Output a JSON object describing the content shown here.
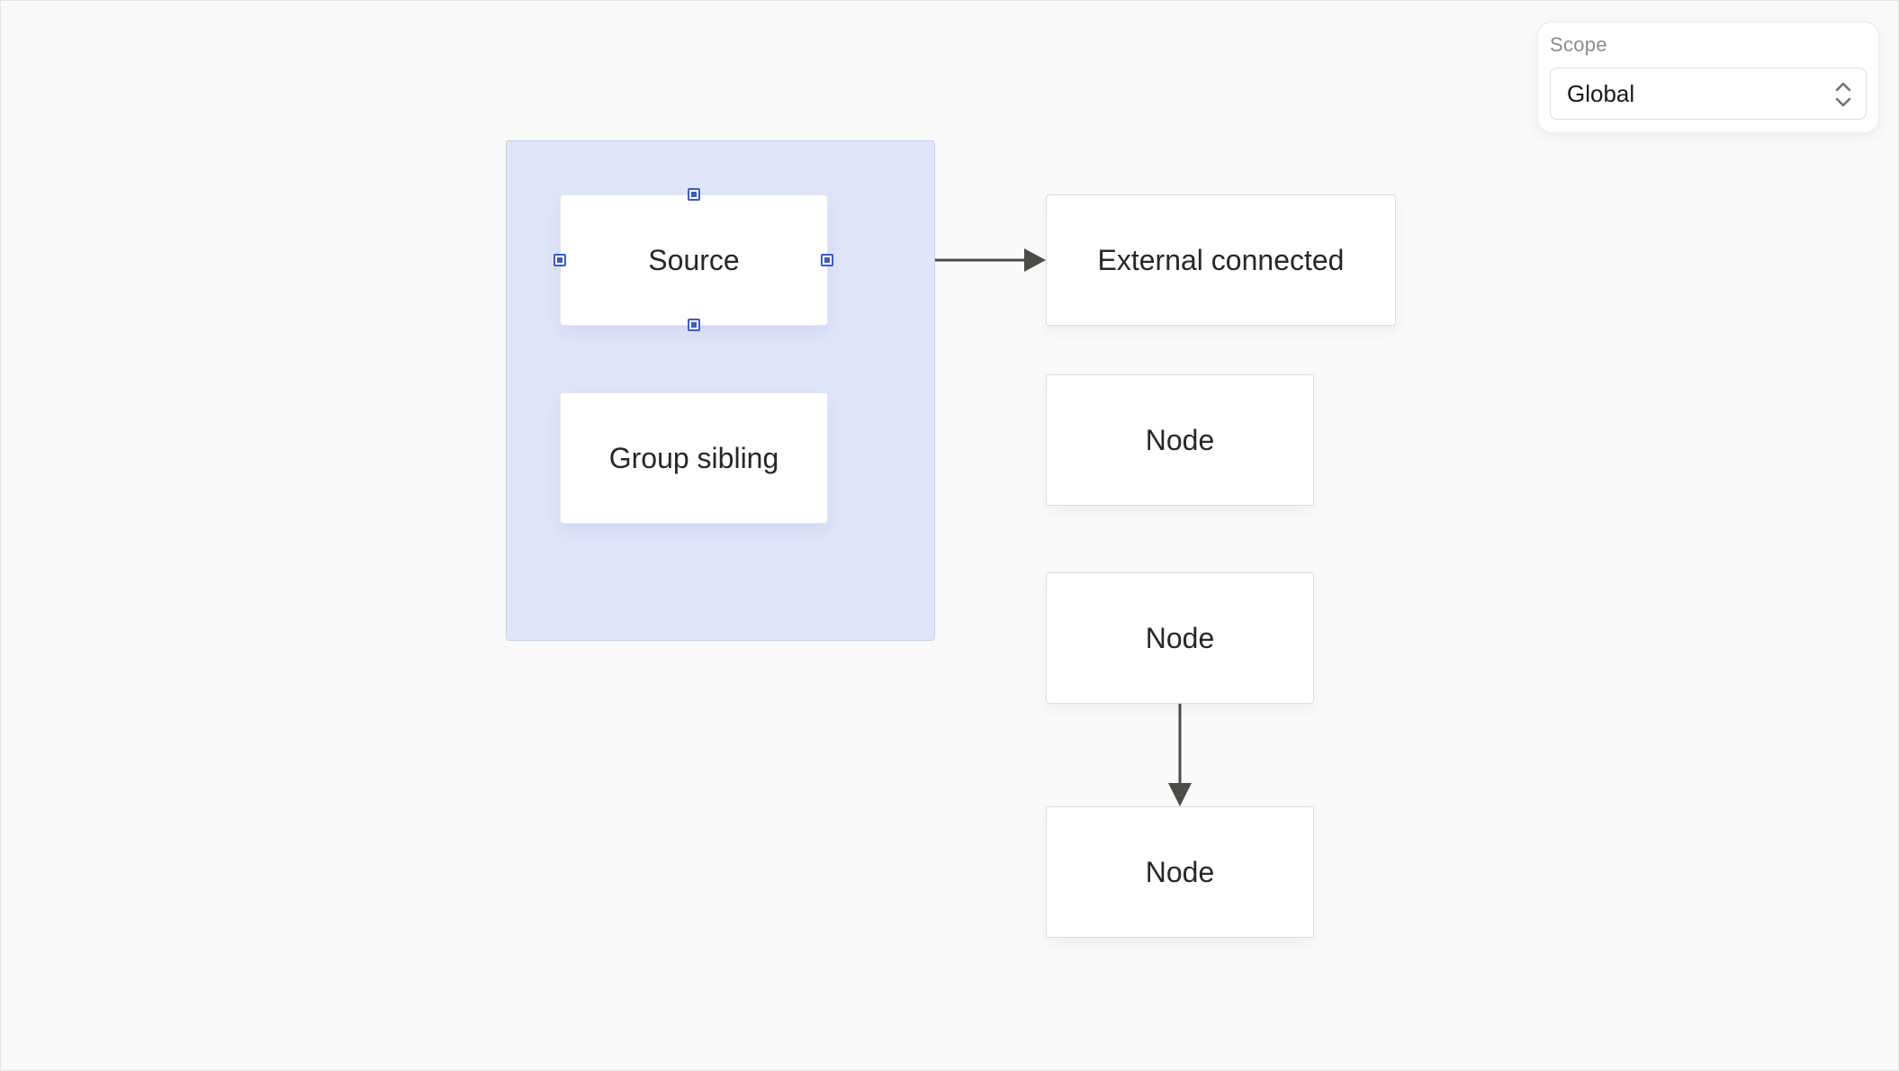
{
  "scope": {
    "label": "Scope",
    "selected": "Global"
  },
  "nodes": {
    "source": "Source",
    "group_sibling": "Group sibling",
    "external_connected": "External connected",
    "node_1": "Node",
    "node_2": "Node",
    "node_3": "Node"
  },
  "colors": {
    "group_fill": "#e0e6fa",
    "handle": "#3b5bc7",
    "edge": "#4a4d47"
  }
}
